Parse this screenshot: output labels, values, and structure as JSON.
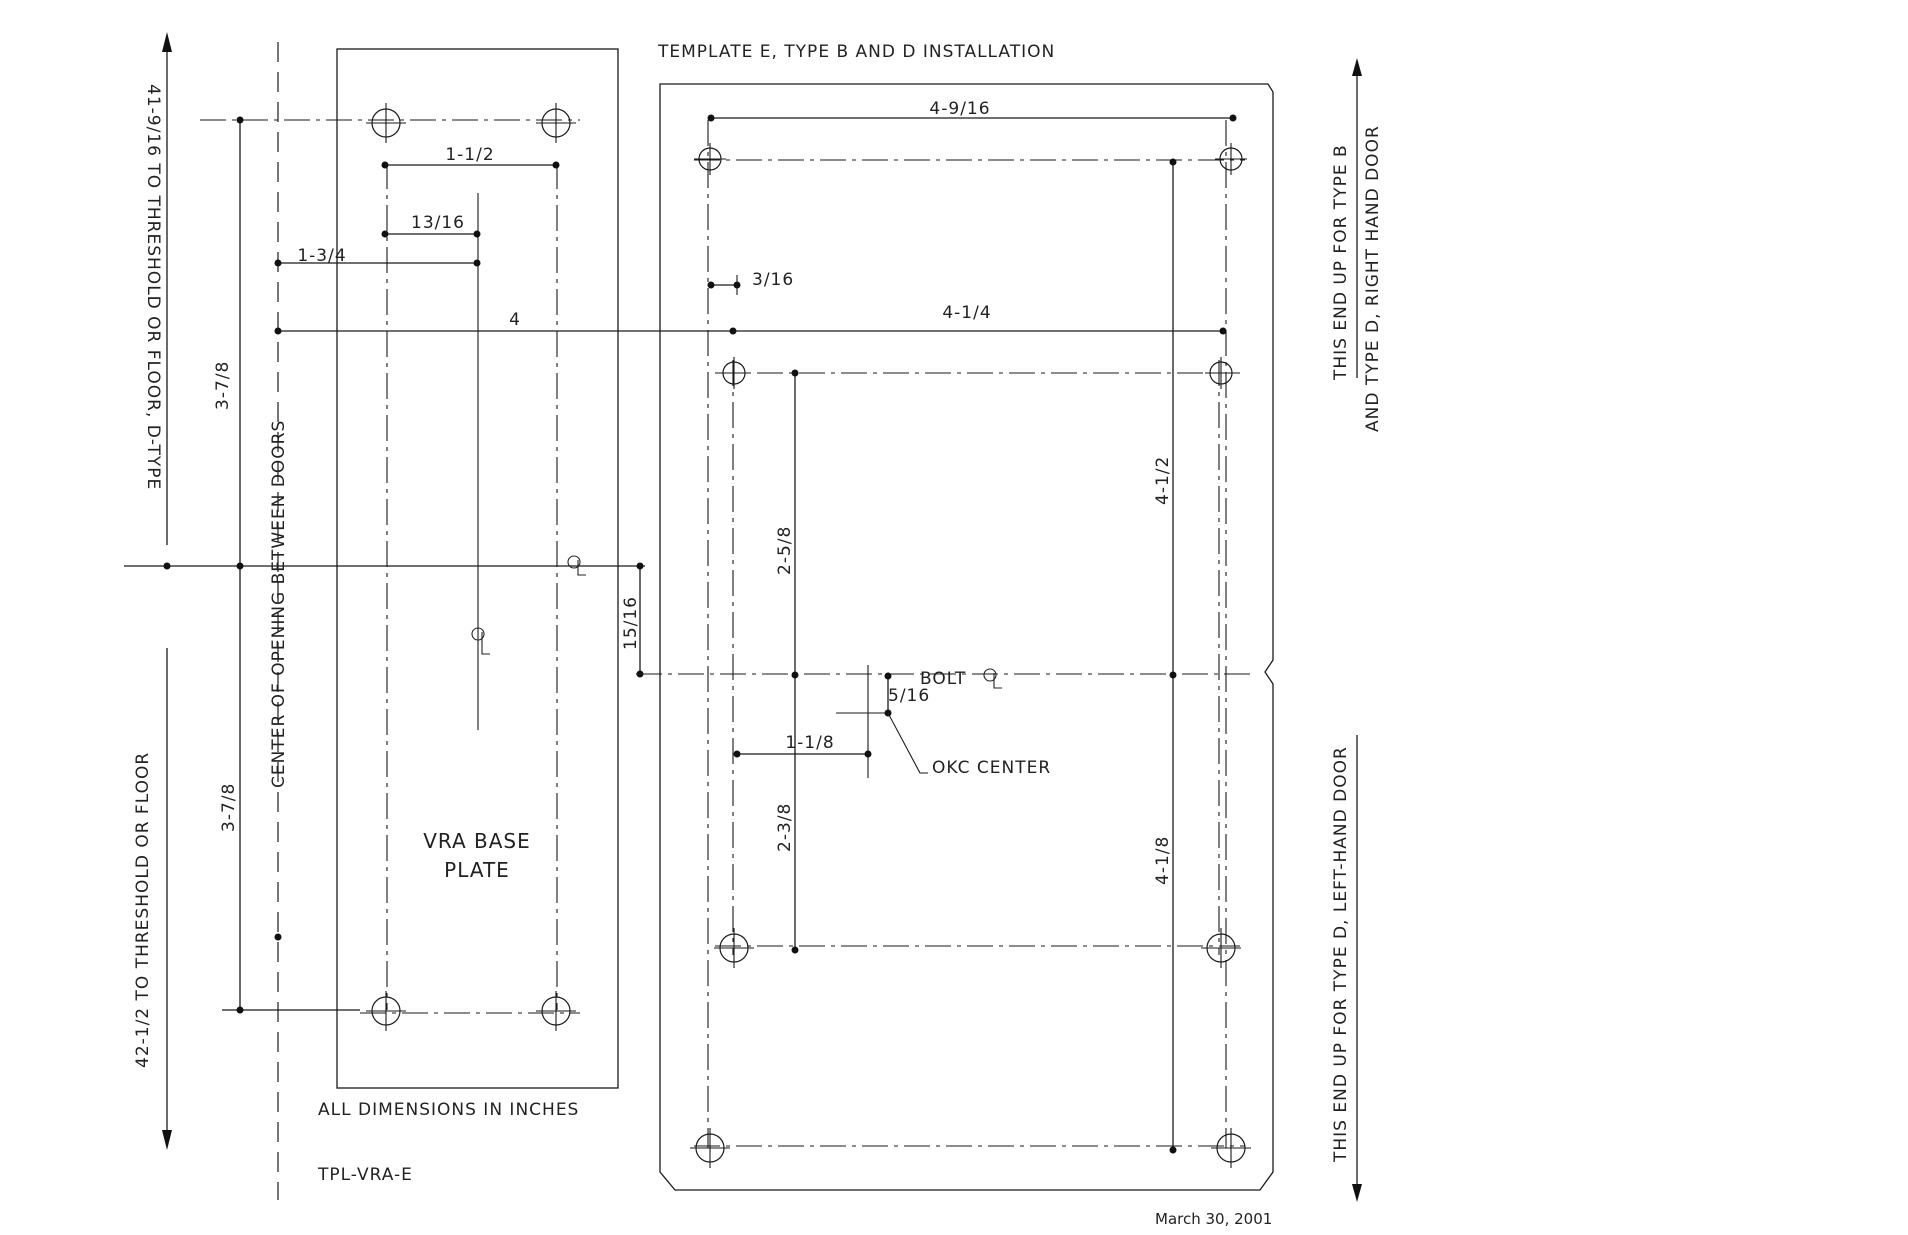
{
  "template": {
    "title": "TEMPLATE E, TYPE B AND D INSTALLATION",
    "drawing_id": "TPL-VRA-E",
    "units_note": "ALL DIMENSIONS IN INCHES",
    "date": "March 30, 2001"
  },
  "labels": {
    "upper_height": "41-9/16 TO THRESHOLD OR FLOOR, D-TYPE",
    "lower_height": "42-1/2 TO THRESHOLD OR FLOOR",
    "center_opening": "CENTER OF OPENING BETWEEN DOORS",
    "base_plate_line1": "VRA BASE",
    "base_plate_line2": "PLATE",
    "end_up_b_line1": "THIS END UP FOR TYPE B",
    "end_up_b_line2": "AND TYPE D, RIGHT HAND DOOR",
    "end_up_d": "THIS END UP FOR TYPE D, LEFT-HAND DOOR",
    "bolt_center": "BOLT",
    "okc_center": "OKC CENTER",
    "centerline_symbol": "CL"
  },
  "dimensions": {
    "d_1_1_2_top": "1-1/2",
    "d_13_16": "13/16",
    "d_1_3_4": "1-3/4",
    "d_4": "4",
    "d_3_7_8_upper": "3-7/8",
    "d_3_7_8_lower": "3-7/8",
    "d_15_16": "15/16",
    "d_4_9_16": "4-9/16",
    "d_3_16": "3/16",
    "d_4_1_4": "4-1/4",
    "d_2_5_8": "2-5/8",
    "d_4_1_2": "4-1/2",
    "d_5_16": "5/16",
    "d_1_1_8": "1-1/8",
    "d_2_3_8": "2-3/8",
    "d_4_1_8": "4-1/8"
  }
}
